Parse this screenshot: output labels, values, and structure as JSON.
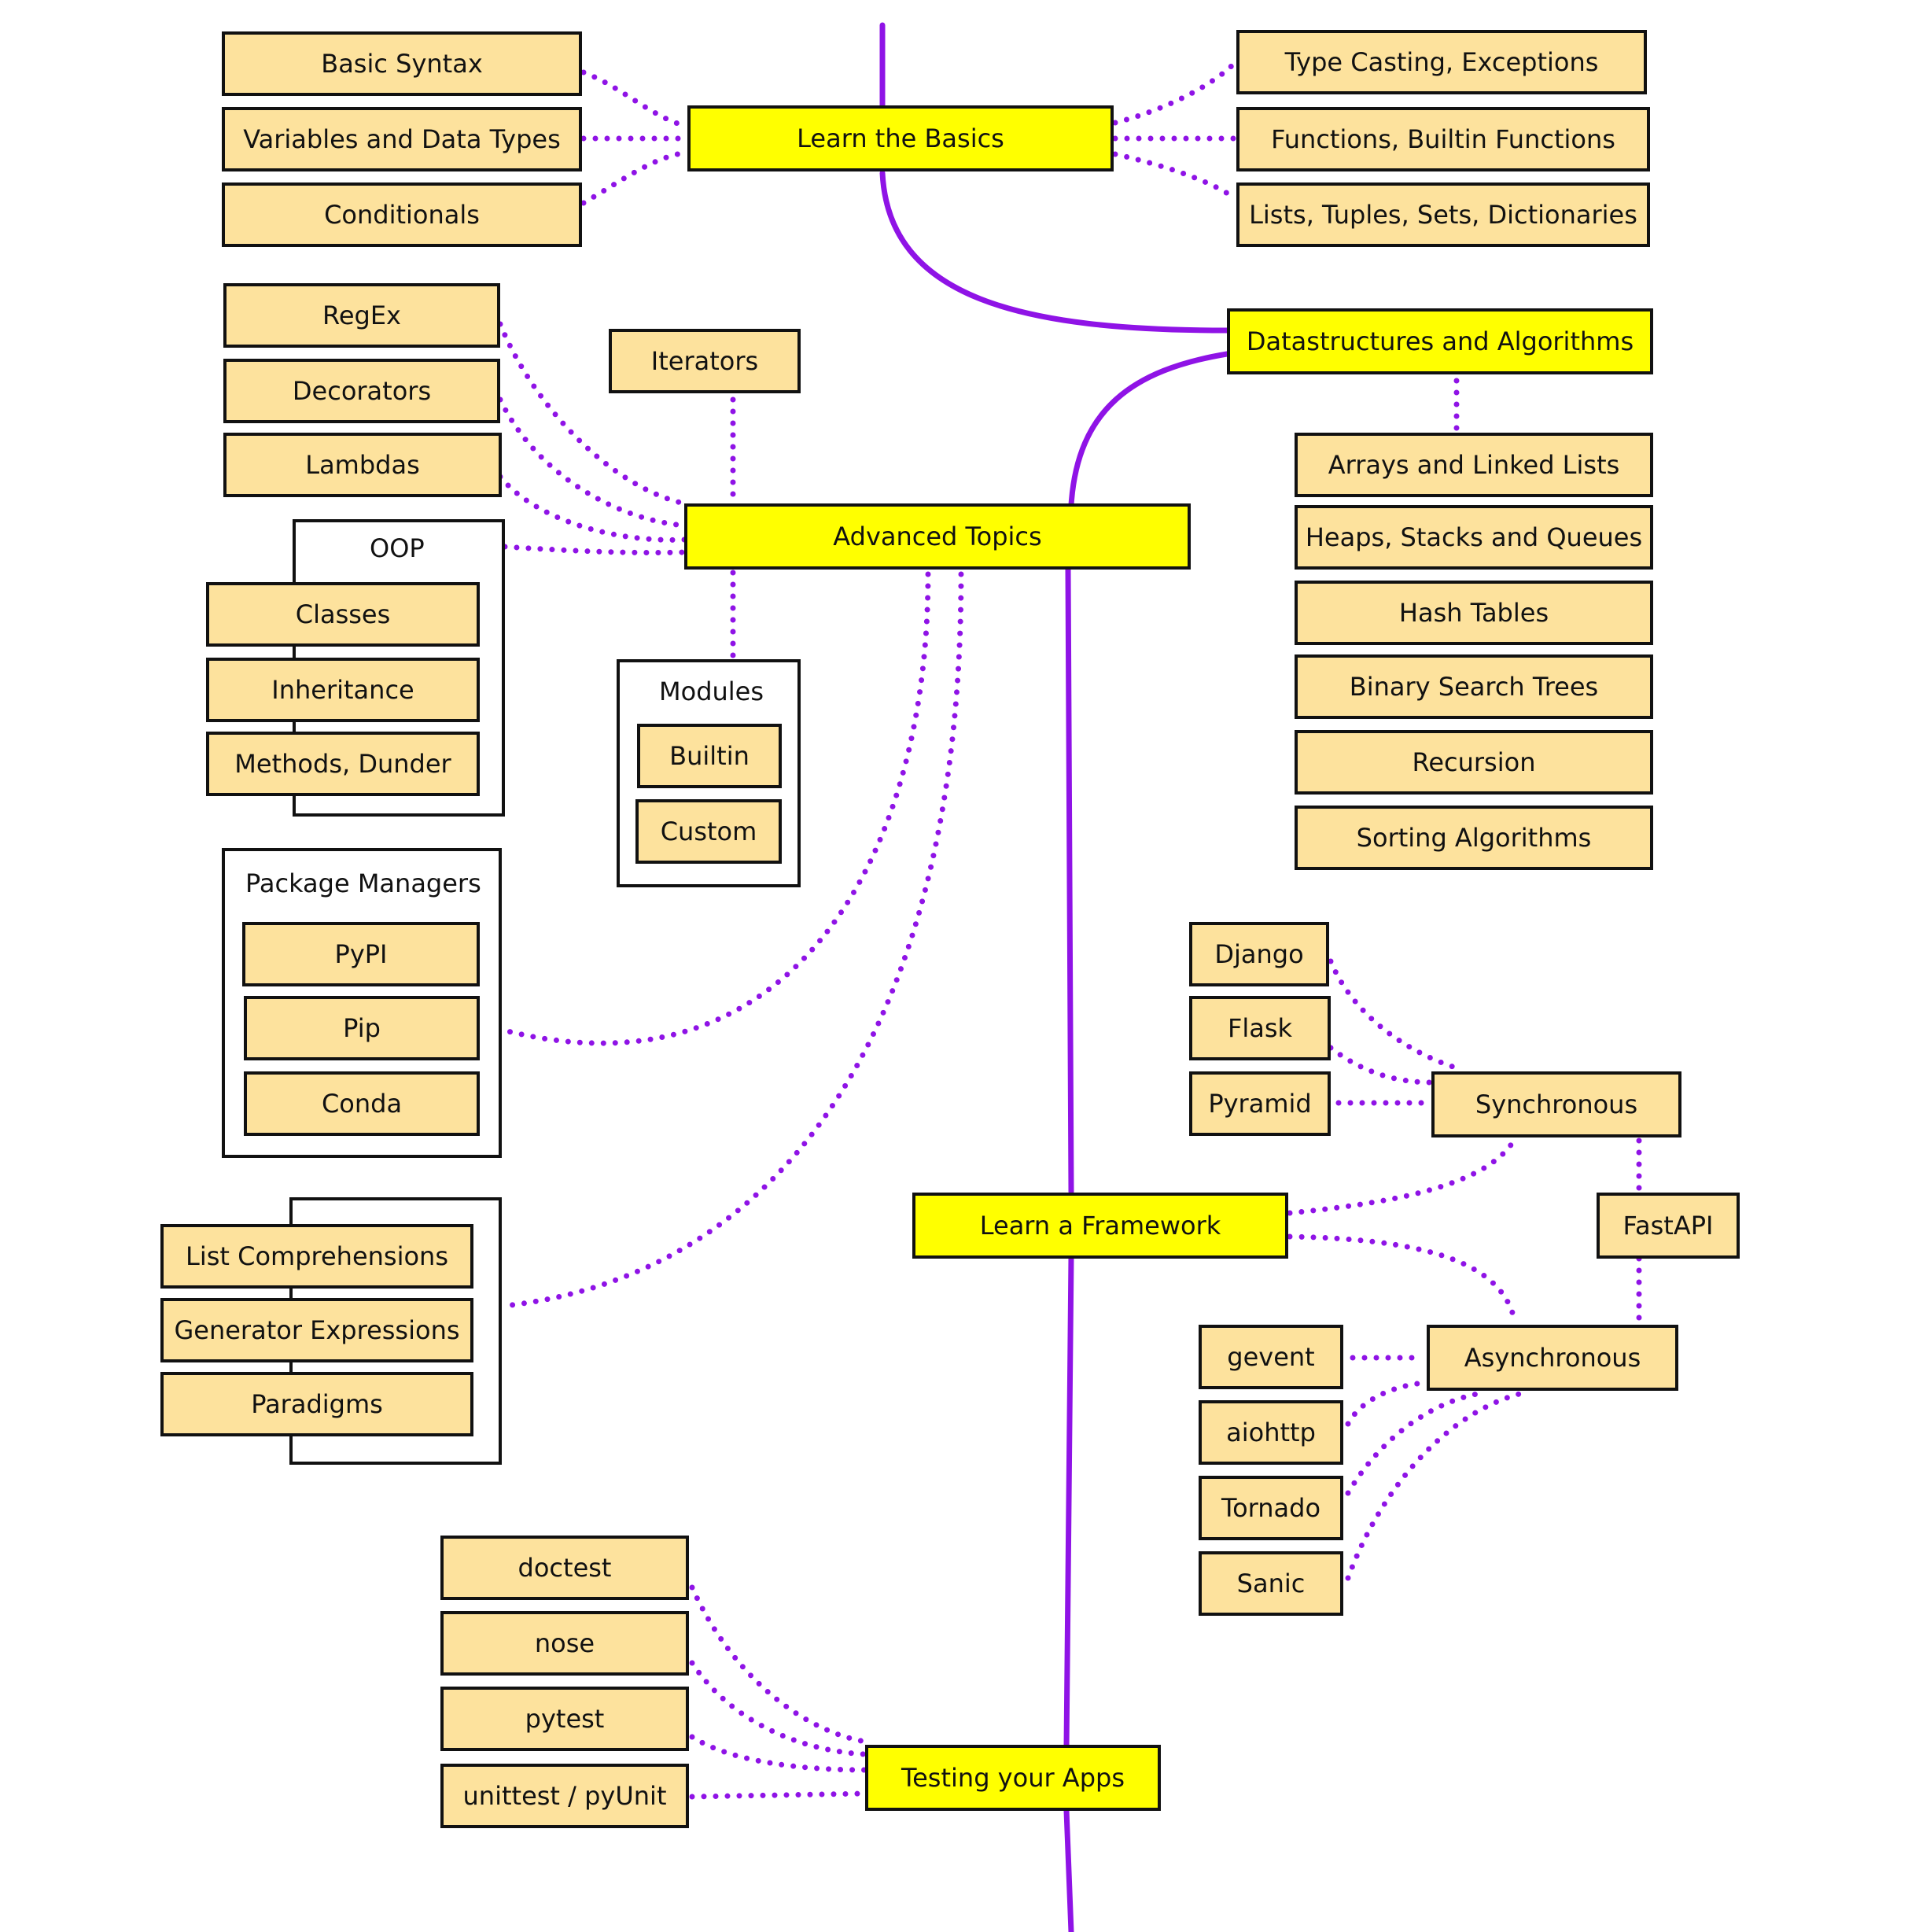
{
  "colors": {
    "spine": "#8f13e6",
    "dots": "#8f13e6",
    "topic_fill": "#ffff00",
    "subtopic_fill": "#fde29d",
    "border": "#111111"
  },
  "topics": {
    "basics": "Learn the Basics",
    "dsa": "Datastructures and Algorithms",
    "advanced": "Advanced Topics",
    "framework": "Learn a Framework",
    "testing": "Testing your Apps"
  },
  "basics_left": [
    "Basic Syntax",
    "Variables and Data Types",
    "Conditionals"
  ],
  "basics_right": [
    "Type Casting, Exceptions",
    "Functions, Builtin Functions",
    "Lists, Tuples, Sets, Dictionaries"
  ],
  "dsa_items": [
    "Arrays and Linked Lists",
    "Heaps, Stacks and Queues",
    "Hash Tables",
    "Binary Search Trees",
    "Recursion",
    "Sorting Algorithms"
  ],
  "advanced_items": [
    "RegEx",
    "Decorators",
    "Lambdas",
    "Iterators"
  ],
  "oop": {
    "label": "OOP",
    "items": [
      "Classes",
      "Inheritance",
      "Methods, Dunder"
    ]
  },
  "modules": {
    "label": "Modules",
    "items": [
      "Builtin",
      "Custom"
    ]
  },
  "package_managers": {
    "label": "Package Managers",
    "items": [
      "PyPI",
      "Pip",
      "Conda"
    ]
  },
  "comprehensions": {
    "items": [
      "List Comprehensions",
      "Generator Expressions",
      "Paradigms"
    ]
  },
  "frameworks": {
    "sync_label": "Synchronous",
    "sync_items": [
      "Django",
      "Flask",
      "Pyramid"
    ],
    "fastapi": "FastAPI",
    "async_label": "Asynchronous",
    "async_items": [
      "gevent",
      "aiohttp",
      "Tornado",
      "Sanic"
    ]
  },
  "testing_items": [
    "doctest",
    "nose",
    "pytest",
    "unittest / pyUnit"
  ]
}
